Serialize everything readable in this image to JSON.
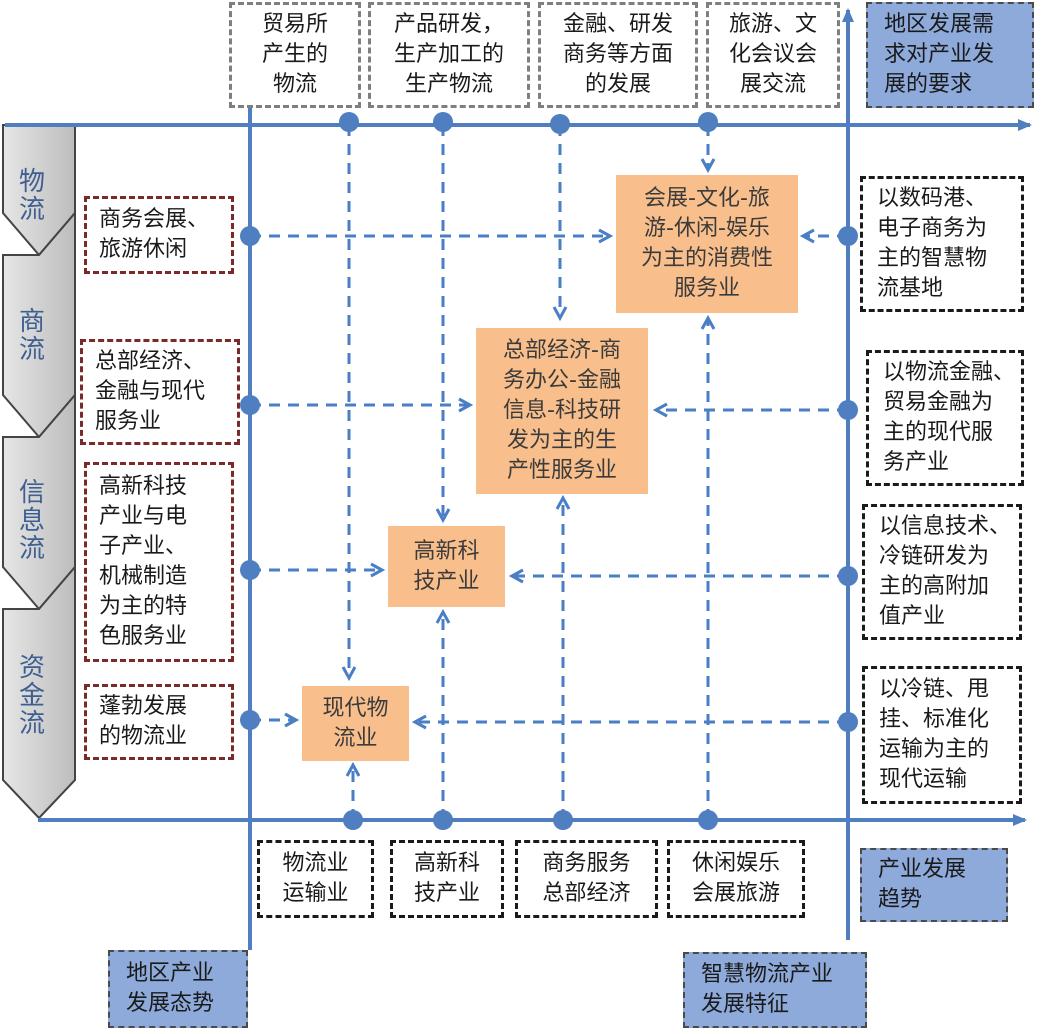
{
  "flows": [
    "物流",
    "商流",
    "信息流",
    "资金流"
  ],
  "top_boxes": [
    "贸易所\n产生的\n物流",
    "产品研发，\n生产加工的\n生产物流",
    "金融、研发\n商务等方面\n的发展",
    "旅游、文\n化会议会\n展交流"
  ],
  "corner_top_right": "地区发展需\n求对产业发\n展的要求",
  "left_boxes": [
    "商务会展、\n旅游休闲",
    "总部经济、\n金融与现代\n服务业",
    "高新科技\n产业与电\n子产业、\n机械制造\n为主的特\n色服务业",
    "蓬勃发展\n的物流业"
  ],
  "right_boxes": [
    "以数码港、\n电子商务为\n主的智慧物\n流基地",
    "以物流金融、\n贸易金融为\n主的现代服\n务产业",
    "以信息技术、\n冷链研发为\n主的高附加\n值产业",
    "以冷链、甩\n挂、标准化\n运输为主的\n现代运输"
  ],
  "center_boxes": [
    "会展-文化-旅\n游-休闲-娱乐\n为主的消费性\n服务业",
    "总部经济-商\n务办公-金融\n信息-科技研\n发为主的生\n产性服务业",
    "高新科\n技产业",
    "现代物\n流业"
  ],
  "bottom_boxes": [
    "物流业\n运输业",
    "高新科\n技产业",
    "商务服务\n总部经济",
    "休闲娱乐\n会展旅游"
  ],
  "corner_bottom_right": "产业发展\n趋势",
  "bottom_labels": [
    "地区产业\n发展态势",
    "智慧物流产业\n发展特征"
  ],
  "colors": {
    "axis": "#4f7fc0",
    "arrow": "#4a7ec5",
    "center_fill": "#f8bf8c",
    "corner_fill": "#8eaadb",
    "flow_tab": "#c8c8c8"
  }
}
